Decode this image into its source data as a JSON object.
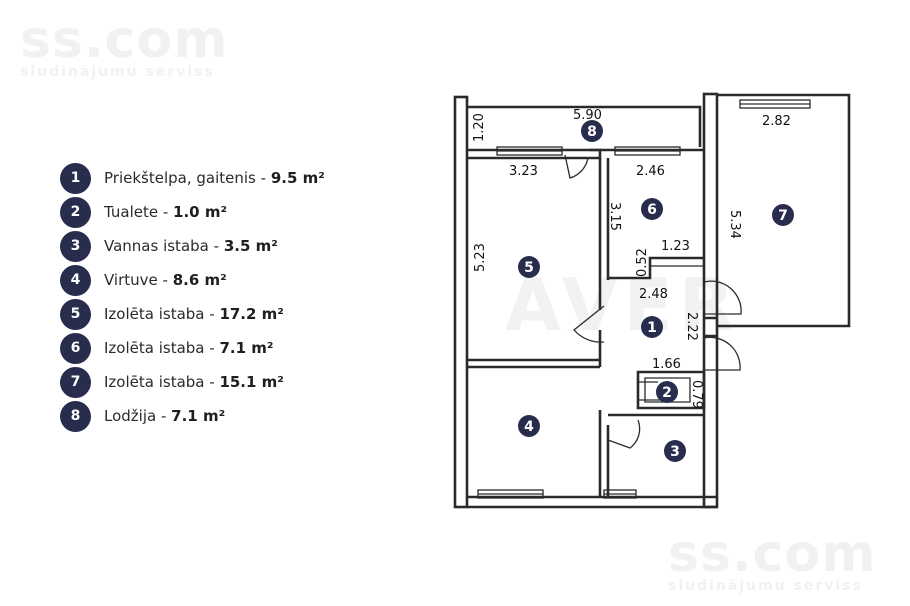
{
  "watermarks": {
    "brand": "ss.com",
    "tagline": "sludinājumu serviss",
    "center": "AVER"
  },
  "legend": [
    {
      "num": "1",
      "name": "Priekštelpa, gaitenis",
      "area": "9.5 m²"
    },
    {
      "num": "2",
      "name": "Tualete",
      "area": "1.0 m²"
    },
    {
      "num": "3",
      "name": "Vannas istaba",
      "area": "3.5 m²"
    },
    {
      "num": "4",
      "name": "Virtuve",
      "area": "8.6 m²"
    },
    {
      "num": "5",
      "name": "Izolēta istaba",
      "area": "17.2 m²"
    },
    {
      "num": "6",
      "name": "Izolēta istaba",
      "area": "7.1 m²"
    },
    {
      "num": "7",
      "name": "Izolēta istaba",
      "area": "15.1 m²"
    },
    {
      "num": "8",
      "name": "Lodžija",
      "area": "7.1 m²"
    }
  ],
  "dimensions": {
    "d_5_90": "5.90",
    "d_1_20": "1.20",
    "d_3_23": "3.23",
    "d_2_46": "2.46",
    "d_2_82": "2.82",
    "d_5_34": "5.34",
    "d_5_23": "5.23",
    "d_3_15": "3.15",
    "d_1_23": "1.23",
    "d_0_52": "0.52",
    "d_2_48": "2.48",
    "d_2_22": "2.22",
    "d_1_66": "1.66",
    "d_0_79": "0.79"
  },
  "colors": {
    "badge": "#292d4d",
    "wall": "#2a2a2a"
  }
}
